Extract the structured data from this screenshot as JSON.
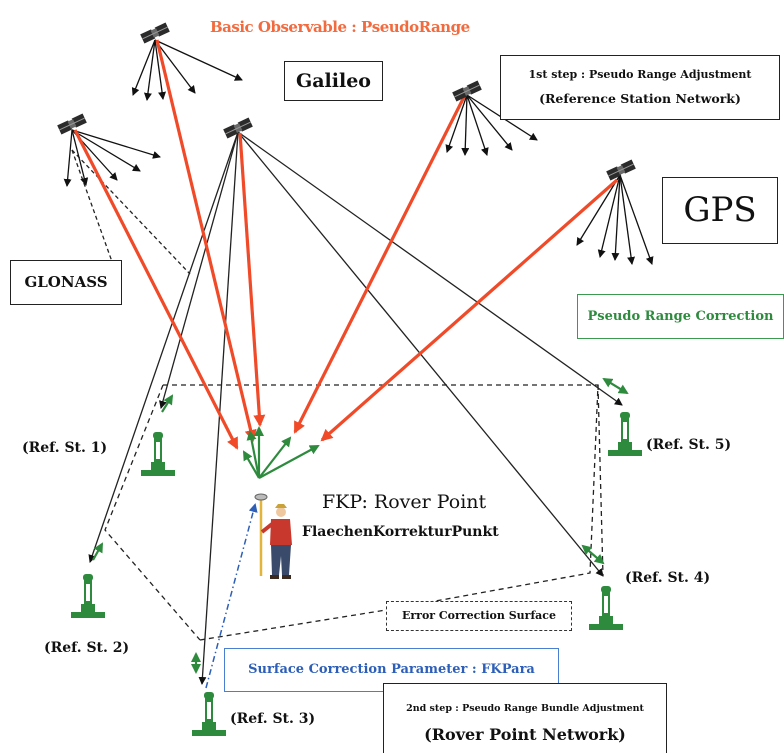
{
  "header": {
    "basic_observable": "Basic Observable : PseudoRange"
  },
  "constellations": {
    "galileo": "Galileo",
    "gps": "GPS",
    "glonass": "GLONASS"
  },
  "step1": {
    "line1": "1st step : Pseudo Range Adjustment",
    "line2": "(Reference Station Network)"
  },
  "step2": {
    "line1": "2nd step : Pseudo Range Bundle Adjustment",
    "line2": "(Rover Point Network)"
  },
  "pseudo_range_correction": "Pseudo Range Correction",
  "fkp": {
    "title": "FKP: Rover Point",
    "subtitle": "FlaechenKorrekturPunkt"
  },
  "error_correction_surface": "Error Correction Surface",
  "surface_correction_parameter": "Surface Correction Parameter : FKPara",
  "reference_stations": [
    {
      "label": "(Ref. St. 1)"
    },
    {
      "label": "(Ref. St. 2)"
    },
    {
      "label": "(Ref. St. 3)"
    },
    {
      "label": "(Ref. St. 4)"
    },
    {
      "label": "(Ref. St. 5)"
    }
  ],
  "colors": {
    "title_orange": "#f26a3d",
    "signal_red": "#f04a28",
    "correction_green": "#2e8b3e",
    "surface_blue": "#2d5fb8",
    "satellite_dark": "#2a2a2a",
    "line_black": "#222222"
  },
  "icons": {
    "satellite": "satellite-icon",
    "reference_station": "antenna-tower-icon",
    "surveyor": "surveyor-icon"
  }
}
